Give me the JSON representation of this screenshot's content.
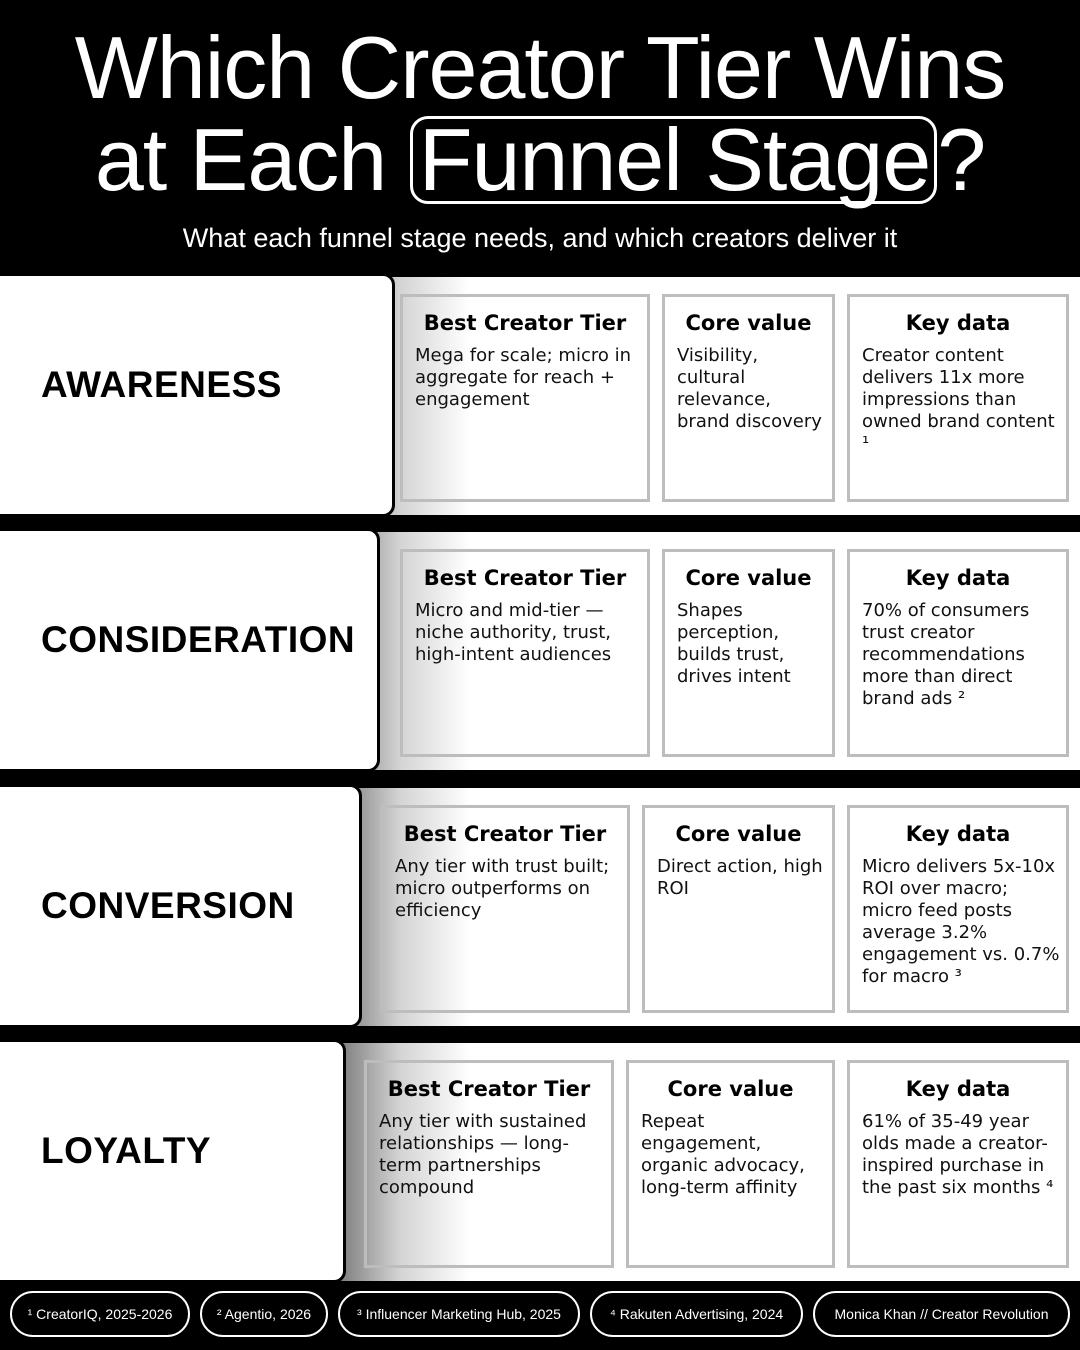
{
  "header": {
    "title_line1": "Which Creator Tier Wins",
    "title_line2_prefix": "at Each ",
    "title_highlight": "Funnel Stage",
    "title_suffix": "?",
    "subtitle": "What each funnel stage needs, and which creators deliver it"
  },
  "column_headers": {
    "tier": "Best Creator Tier",
    "value": "Core value",
    "data": "Key data"
  },
  "stages": [
    {
      "name": "AWARENESS",
      "tier": "Mega for scale; micro in aggregate for reach + engagement",
      "value": "Visibility, cultural relevance, brand discovery",
      "data": "Creator content delivers 11x more impressions than owned brand content ¹"
    },
    {
      "name": "CONSIDERATION",
      "tier": "Micro and mid-tier — niche authority, trust, high-intent audiences",
      "value": "Shapes perception, builds trust, drives intent",
      "data": "70% of consumers trust creator recommendations more than direct brand ads ²"
    },
    {
      "name": "CONVERSION",
      "tier": "Any tier with trust built; micro outperforms on efficiency",
      "value": "Direct action, high ROI",
      "data": "Micro delivers 5x-10x ROI over macro; micro feed posts average 3.2% engagement vs. 0.7% for macro ³"
    },
    {
      "name": "LOYALTY",
      "tier": "Any tier with sustained relationships — long-term partnerships compound",
      "value": "Repeat engagement, organic advocacy, long-term affinity",
      "data": "61% of 35-49 year olds made a creator-inspired purchase in the past six months ⁴"
    }
  ],
  "footer": {
    "sources": [
      "¹ CreatorIQ, 2025-2026",
      "² Agentio, 2026",
      "³ Influencer Marketing Hub, 2025",
      "⁴ Rakuten Advertising, 2024"
    ],
    "credit": "Monica Khan // Creator Revolution"
  }
}
